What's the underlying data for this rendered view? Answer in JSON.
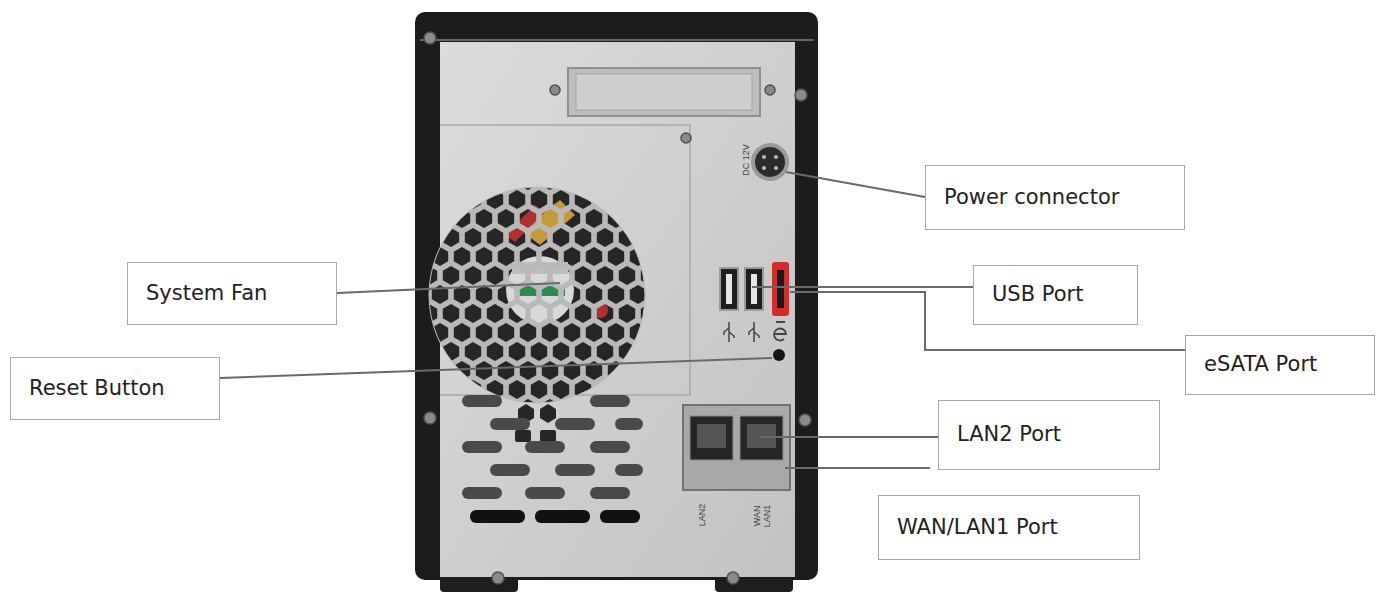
{
  "diagram": {
    "nodes": [
      {
        "text": [
          "Power connector"
        ]
      },
      {
        "text": [
          "System Fan"
        ]
      },
      {
        "text": [
          "USB Port"
        ]
      },
      {
        "text": [
          "eSATA Port"
        ]
      },
      {
        "text": [
          "Reset Button"
        ]
      },
      {
        "text": [
          "LAN2 Port"
        ]
      },
      {
        "text": [
          "WAN/LAN1 Port"
        ]
      }
    ],
    "labels": [
      "DC 12V",
      "LAN2",
      "WAN LAN1"
    ]
  }
}
